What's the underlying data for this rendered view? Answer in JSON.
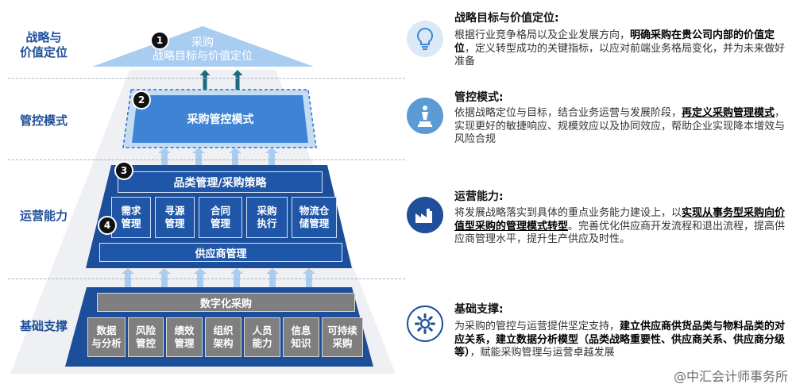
{
  "levels": {
    "l1": "战略与\n价值定位",
    "l2": "管控模式",
    "l3": "运营能力",
    "l4": "基础支撑"
  },
  "pyramid": {
    "top_line1": "采购",
    "top_line2": "战略目标与价值定位",
    "control": "采购管控模式",
    "category": "品类管理/采购策略",
    "processes": [
      "需求\n管理",
      "寻源\n管理",
      "合同\n管理",
      "采购\n执行",
      "物流仓\n储管理"
    ],
    "supplier": "供应商管理",
    "digital": "数字化采购",
    "foundations": [
      "数据\n与分析",
      "风险\n管控",
      "绩效\n管理",
      "组织\n架构",
      "人员\n能力",
      "信息\n知识",
      "可持续\n采购"
    ],
    "badges": [
      "1",
      "2",
      "3",
      "4"
    ]
  },
  "sections": [
    {
      "icon": "lightbulb-icon",
      "title": "战略目标与价值定位:",
      "parts": [
        {
          "t": "根据行业竞争格局以及企业发展方向，",
          "s": "n"
        },
        {
          "t": "明确采购在贵公司内部的价值定位",
          "s": "b"
        },
        {
          "t": "，定义转型成功的关键指标，以应对前端业务格局变化，并为未来做好准备",
          "s": "n"
        }
      ]
    },
    {
      "icon": "chess-piece-icon",
      "title": "管控模式:",
      "parts": [
        {
          "t": "依据战略定位与目标，结合业务运营与发展阶段，",
          "s": "n"
        },
        {
          "t": "再定义采购管理模式",
          "s": "u"
        },
        {
          "t": "，实现更好的敏捷响应、规模效应以及协同效应，帮助企业实现降本增效与风险合规",
          "s": "n"
        }
      ]
    },
    {
      "icon": "factory-icon",
      "title": "运营能力:",
      "parts": [
        {
          "t": "将发展战略落实到具体的重点业务能力建设上，以",
          "s": "n"
        },
        {
          "t": "实现从事务型采购向价值型采购的管理模式转型",
          "s": "u"
        },
        {
          "t": "。完善优化供应商开发流程和退出流程，提高供应商管理水平，提升生产供应及时性。",
          "s": "n"
        }
      ]
    },
    {
      "icon": "gear-icon",
      "title": "基础支撑:",
      "parts": [
        {
          "t": "为采购的管控与运营提供坚定支持，",
          "s": "n"
        },
        {
          "t": "建立供应商供货品类与物料品类的对应关系，建立数据分析模型（品类战略重要性、供应商关系、供应商分级等）",
          "s": "b"
        },
        {
          "t": "，赋能采购管理与运营卓越发展",
          "s": "n"
        }
      ]
    }
  ],
  "watermark": "@中汇会计师事务所",
  "colors": {
    "dark_blue": "#1c4e99",
    "mid_blue": "#2a6fc9",
    "light_blue": "#a9cdf0",
    "icon_blue": "#5b9bd5",
    "grey": "#7f7f7f",
    "arrow": "#1a6b7c"
  }
}
